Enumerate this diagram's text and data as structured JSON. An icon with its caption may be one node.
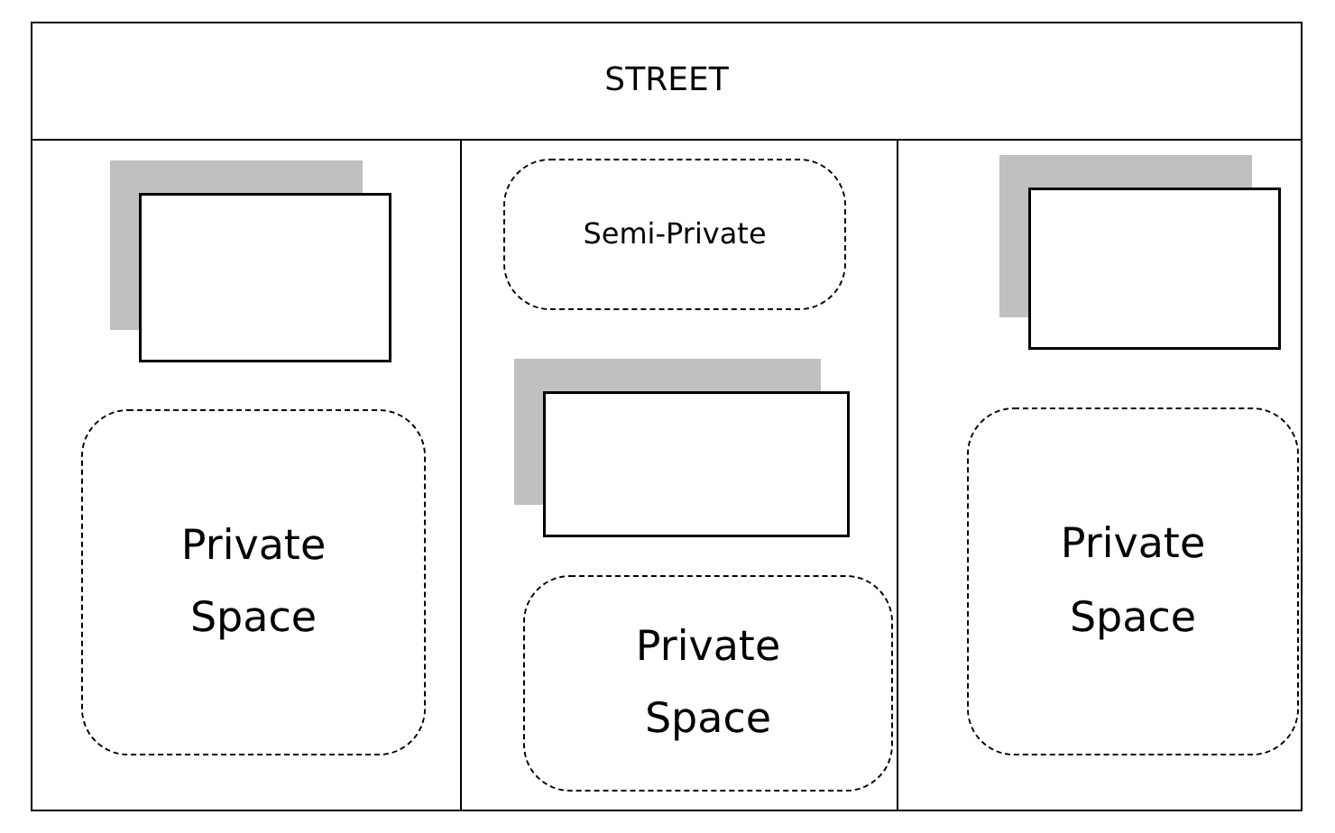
{
  "diagram": {
    "nodes": [
      {
        "text": [
          "STREET"
        ]
      },
      {
        "text": [],
        "shape": "box"
      },
      {
        "text": [],
        "shape": "box",
        "in": 1
      },
      {
        "text": [
          "Private Space"
        ],
        "in": 1
      },
      {
        "text": [],
        "shape": "box"
      },
      {
        "text": [
          "Semi-Private"
        ],
        "in": 4
      },
      {
        "text": [],
        "shape": "box",
        "in": 4
      },
      {
        "text": [
          "Private Space"
        ],
        "in": 4
      },
      {
        "text": [],
        "shape": "box"
      },
      {
        "text": [],
        "shape": "box",
        "in": 8
      },
      {
        "text": [
          "Private Space"
        ],
        "in": 8
      }
    ],
    "edges": []
  }
}
